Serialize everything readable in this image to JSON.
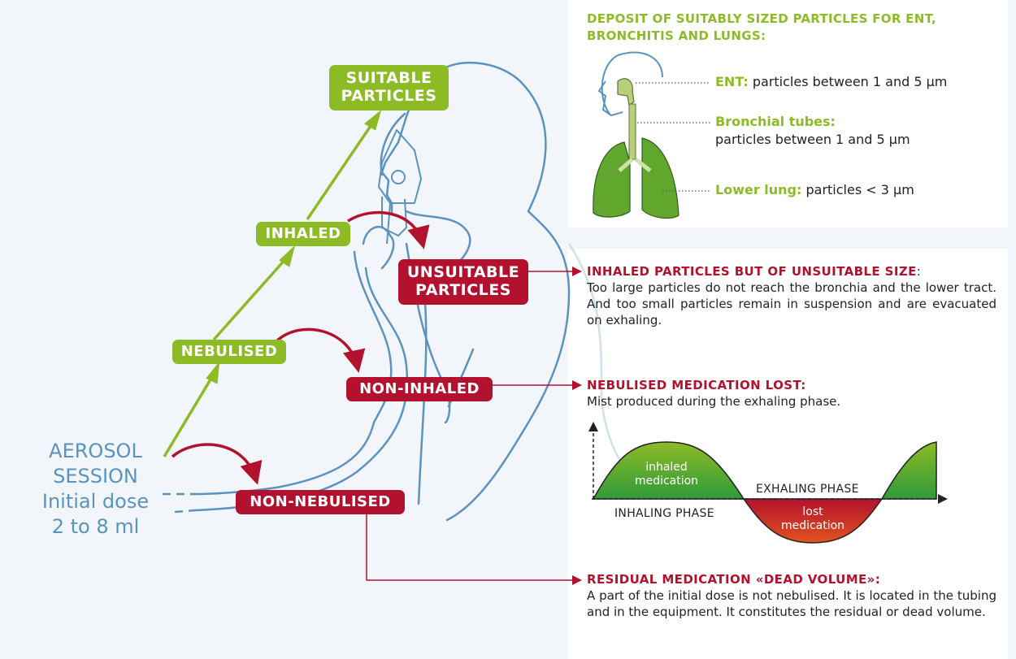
{
  "aerosol": {
    "line1": "AEROSOL",
    "line2": "SESSION",
    "line3": "Initial dose",
    "line4": "2 to 8 ml"
  },
  "tags": {
    "suitable_1": "SUITABLE",
    "suitable_2": "PARTICLES",
    "inhaled": "INHALED",
    "unsuitable_1": "UNSUITABLE",
    "unsuitable_2": "PARTICLES",
    "nebulised": "NEBULISED",
    "non_inhaled": "NON-INHALED",
    "non_nebulised": "NON-NEBULISED"
  },
  "deposit": {
    "title_1": "DEPOSIT OF SUITABLY SIZED PARTICLES FOR ENT,",
    "title_2": "BRONCHITIS AND LUNGS:",
    "ent_label": "ENT:",
    "ent_text": " particles between 1 and 5 µm",
    "bronchial_label": "Bronchial tubes:",
    "bronchial_text": "particles between 1 and 5 µm",
    "lower_label": "Lower lung:",
    "lower_text": " particles < 3 µm"
  },
  "unsuitable_note": {
    "heading": "INHALED PARTICLES BUT OF UNSUITABLE SIZE",
    "colon": ":",
    "body": "Too large particles do not reach the bronchia and the lower tract. And too small particles remain in suspension and are evacuated on exhaling."
  },
  "lost_note": {
    "heading": "NEBULISED MEDICATION LOST:",
    "body": "Mist produced during the exhaling phase."
  },
  "wave": {
    "inhaled_1": "inhaled",
    "inhaled_2": "medication",
    "lost_1": "lost",
    "lost_2": "medication",
    "exhaling": "EXHALING PHASE",
    "inhaling": "INHALING PHASE"
  },
  "residual_note": {
    "heading": "RESIDUAL MEDICATION «DEAD VOLUME»:",
    "body": "A part of the initial dose is not nebulised.  It is located in the tubing and in the equipment.  It constitutes the residual or dead volume."
  },
  "colors": {
    "green": "#8dbb25",
    "red": "#b3122e",
    "blue": "#5b93bf",
    "background": "#f2f6fa"
  }
}
